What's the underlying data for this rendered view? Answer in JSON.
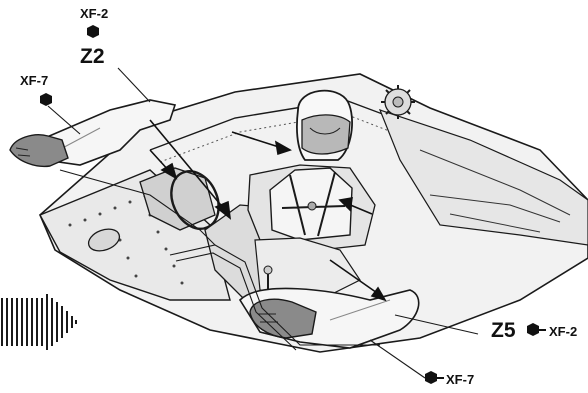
{
  "labels": {
    "paint_helmet_top": "XF-2",
    "part_helmet": "Z2",
    "paint_left_arm": "XF-7",
    "part_right_arm": "Z5",
    "paint_right_arm": "XF-2",
    "paint_glove": "XF-7"
  },
  "colors": {
    "ink": "#1a1a1a",
    "arm_fill": "#f4f4f4",
    "glove_fill": "#8a8a8a",
    "hull_fill": "#eeeeee",
    "bay_fill": "#dcdcdc"
  },
  "icons": {
    "paint_marker": "hexagon-icon",
    "assembly_direction": "striped-arrow-icon"
  }
}
